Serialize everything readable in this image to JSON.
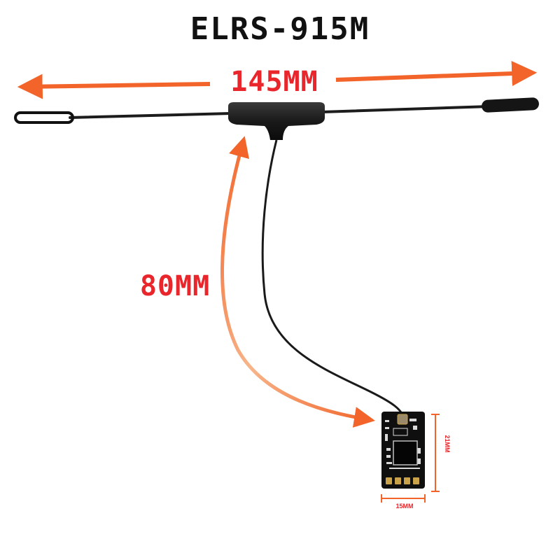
{
  "title": "ELRS-915M",
  "dimensions": {
    "antenna_width": "145MM",
    "cable_length": "80MM",
    "board_height": "21MM",
    "board_width": "15MM"
  },
  "colors": {
    "title": "#111111",
    "accent_orange": "#f2642a",
    "label_red": "#e8262b",
    "antenna": "#1c1c1c",
    "pcb": "#0f0f0f",
    "pad_gold": "#c9a24a"
  }
}
